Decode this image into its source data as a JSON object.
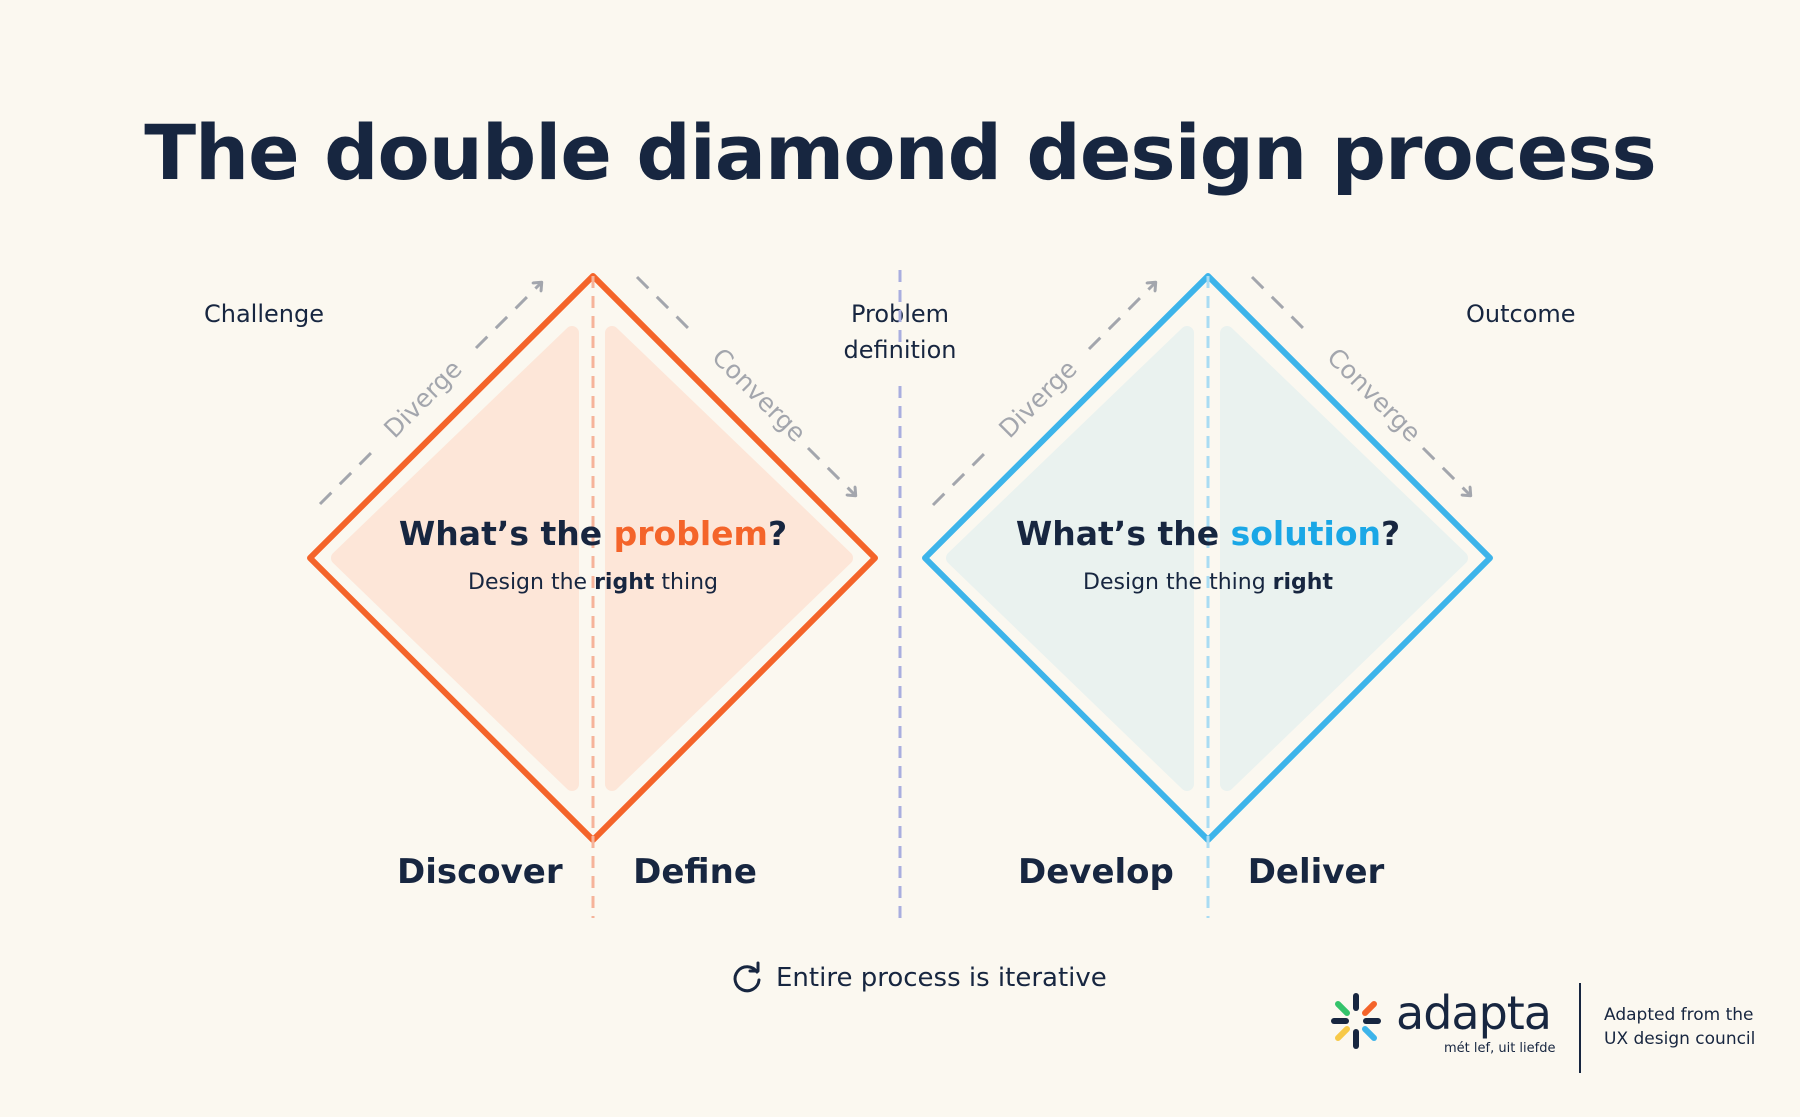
{
  "title": "The double diamond design process",
  "labels": {
    "challenge": "Challenge",
    "problem_definition_line1": "Problem",
    "problem_definition_line2": "definition",
    "outcome": "Outcome"
  },
  "diamonds": [
    {
      "diverge": "Diverge",
      "converge": "Converge",
      "question_prefix": "What’s the ",
      "question_highlight": "problem",
      "question_suffix": "?",
      "sub_prefix": "Design the ",
      "sub_bold": "right",
      "sub_suffix": " thing",
      "phase_left": "Discover",
      "phase_right": "Define",
      "color": "#f4642a",
      "fill": "#fde6d8",
      "divider": "#f6b39a"
    },
    {
      "diverge": "Diverge",
      "converge": "Converge",
      "question_prefix": "What’s the ",
      "question_highlight": "solution",
      "question_suffix": "?",
      "sub_prefix": "Design the thing ",
      "sub_bold": "right",
      "sub_suffix": "",
      "phase_left": "Develop",
      "phase_right": "Deliver",
      "color": "#3db4ea",
      "fill": "#eaf2ef",
      "divider": "#a9dcf3"
    }
  ],
  "iterative": {
    "icon": "refresh-icon",
    "text": "Entire process is iterative"
  },
  "logo": {
    "word": "adapta",
    "tagline": "mét lef, uit liefde",
    "credit_line1": "Adapted from the",
    "credit_line2": "UX design council"
  },
  "colors": {
    "text": "#172640",
    "background": "#fbf8f0",
    "arrow": "#a3a6ad",
    "center_divider": "#a9aedf"
  }
}
